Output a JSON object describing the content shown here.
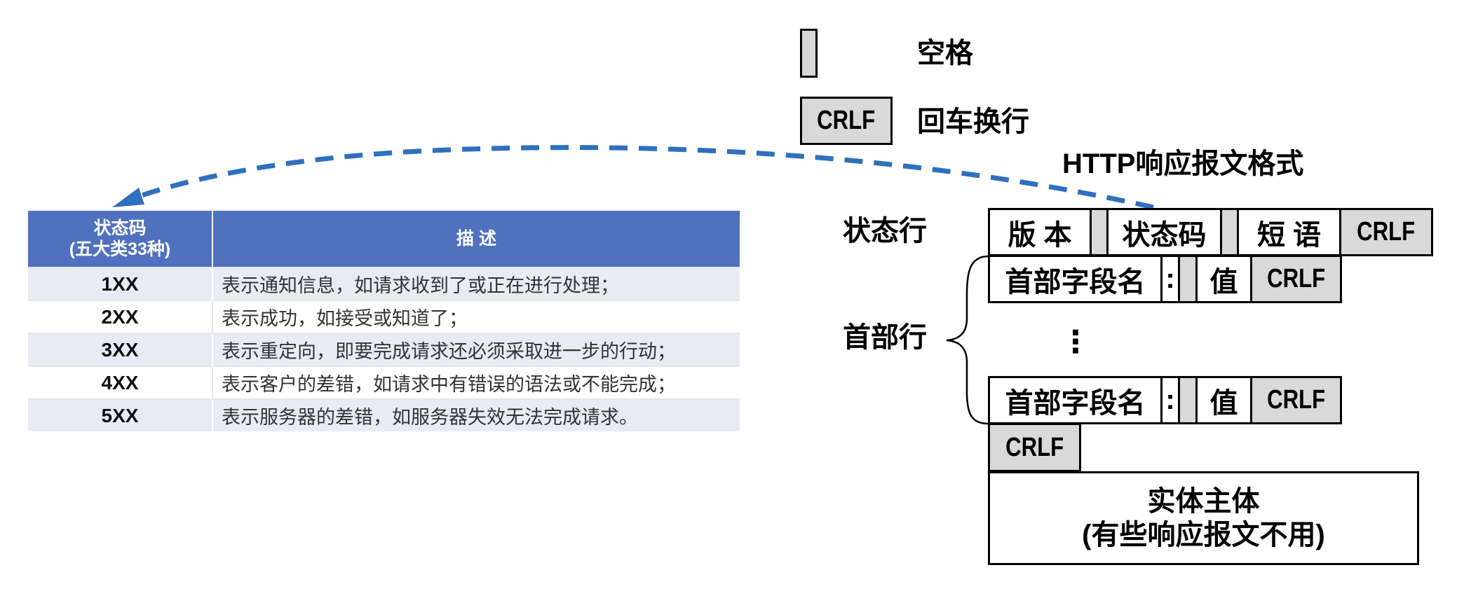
{
  "legend": {
    "space_label": "空格",
    "crlf_box": "CRLF",
    "crlf_label": "回车换行"
  },
  "diagram": {
    "title": "HTTP响应报文格式",
    "status_line_label": "状态行",
    "header_lines_label": "首部行",
    "status_line": {
      "version": "版 本",
      "status_code": "状态码",
      "phrase": "短 语",
      "crlf": "CRLF"
    },
    "header_line": {
      "field_name": "首部字段名",
      "colon": ":",
      "value": "值",
      "crlf": "CRLF"
    },
    "ellipsis": "⋮",
    "blank_line_crlf": "CRLF",
    "entity_body": {
      "title": "实体主体",
      "note": "(有些响应报文不用)"
    },
    "arrow_color": "#2f6fbf"
  },
  "table": {
    "header_color": "#4f71be",
    "columns": [
      "状态码\n(五大类33种)",
      "描 述"
    ],
    "column_code_line1": "状态码",
    "column_code_line2": "(五大类33种)",
    "column_desc": "描 述",
    "rows": [
      {
        "code": "1XX",
        "desc": "表示通知信息，如请求收到了或正在进行处理；"
      },
      {
        "code": "2XX",
        "desc": "表示成功，如接受或知道了；"
      },
      {
        "code": "3XX",
        "desc": "表示重定向，即要完成请求还必须采取进一步的行动；"
      },
      {
        "code": "4XX",
        "desc": "表示客户的差错，如请求中有错误的语法或不能完成；"
      },
      {
        "code": "5XX",
        "desc": "表示服务器的差错，如服务器失效无法完成请求。"
      }
    ]
  }
}
